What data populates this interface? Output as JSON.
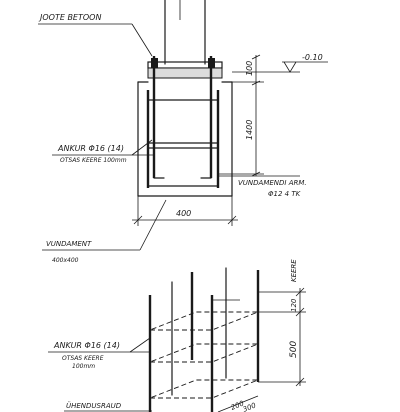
{
  "labels": {
    "joote_betoon": "JOOTE BETOON",
    "level": "-0.10",
    "dim_100": "100",
    "dim_1400": "1400",
    "ankur_top": "ANKUR  Φ16 (14)",
    "otsas_top": "OTSAS  KEERE  100mm",
    "vundarmendi": "VUNDAMENDI ARM.",
    "vundarmendi_size": "Φ12  4 TK",
    "dim_400": "400",
    "vundament": "VUNDAMENT",
    "vundament_size": "400x400",
    "ankur_bottom": "ANKUR  Φ16 (14)",
    "otsas_bottom": "OTSAS  KEERE",
    "otsas_bottom_mm": "100mm",
    "dim_120": "120",
    "keere": "KEERE",
    "dim_500": "500",
    "uhendusraud": "ÜHENDUSRAUD",
    "dim_200": "200",
    "dim_300": "300"
  }
}
